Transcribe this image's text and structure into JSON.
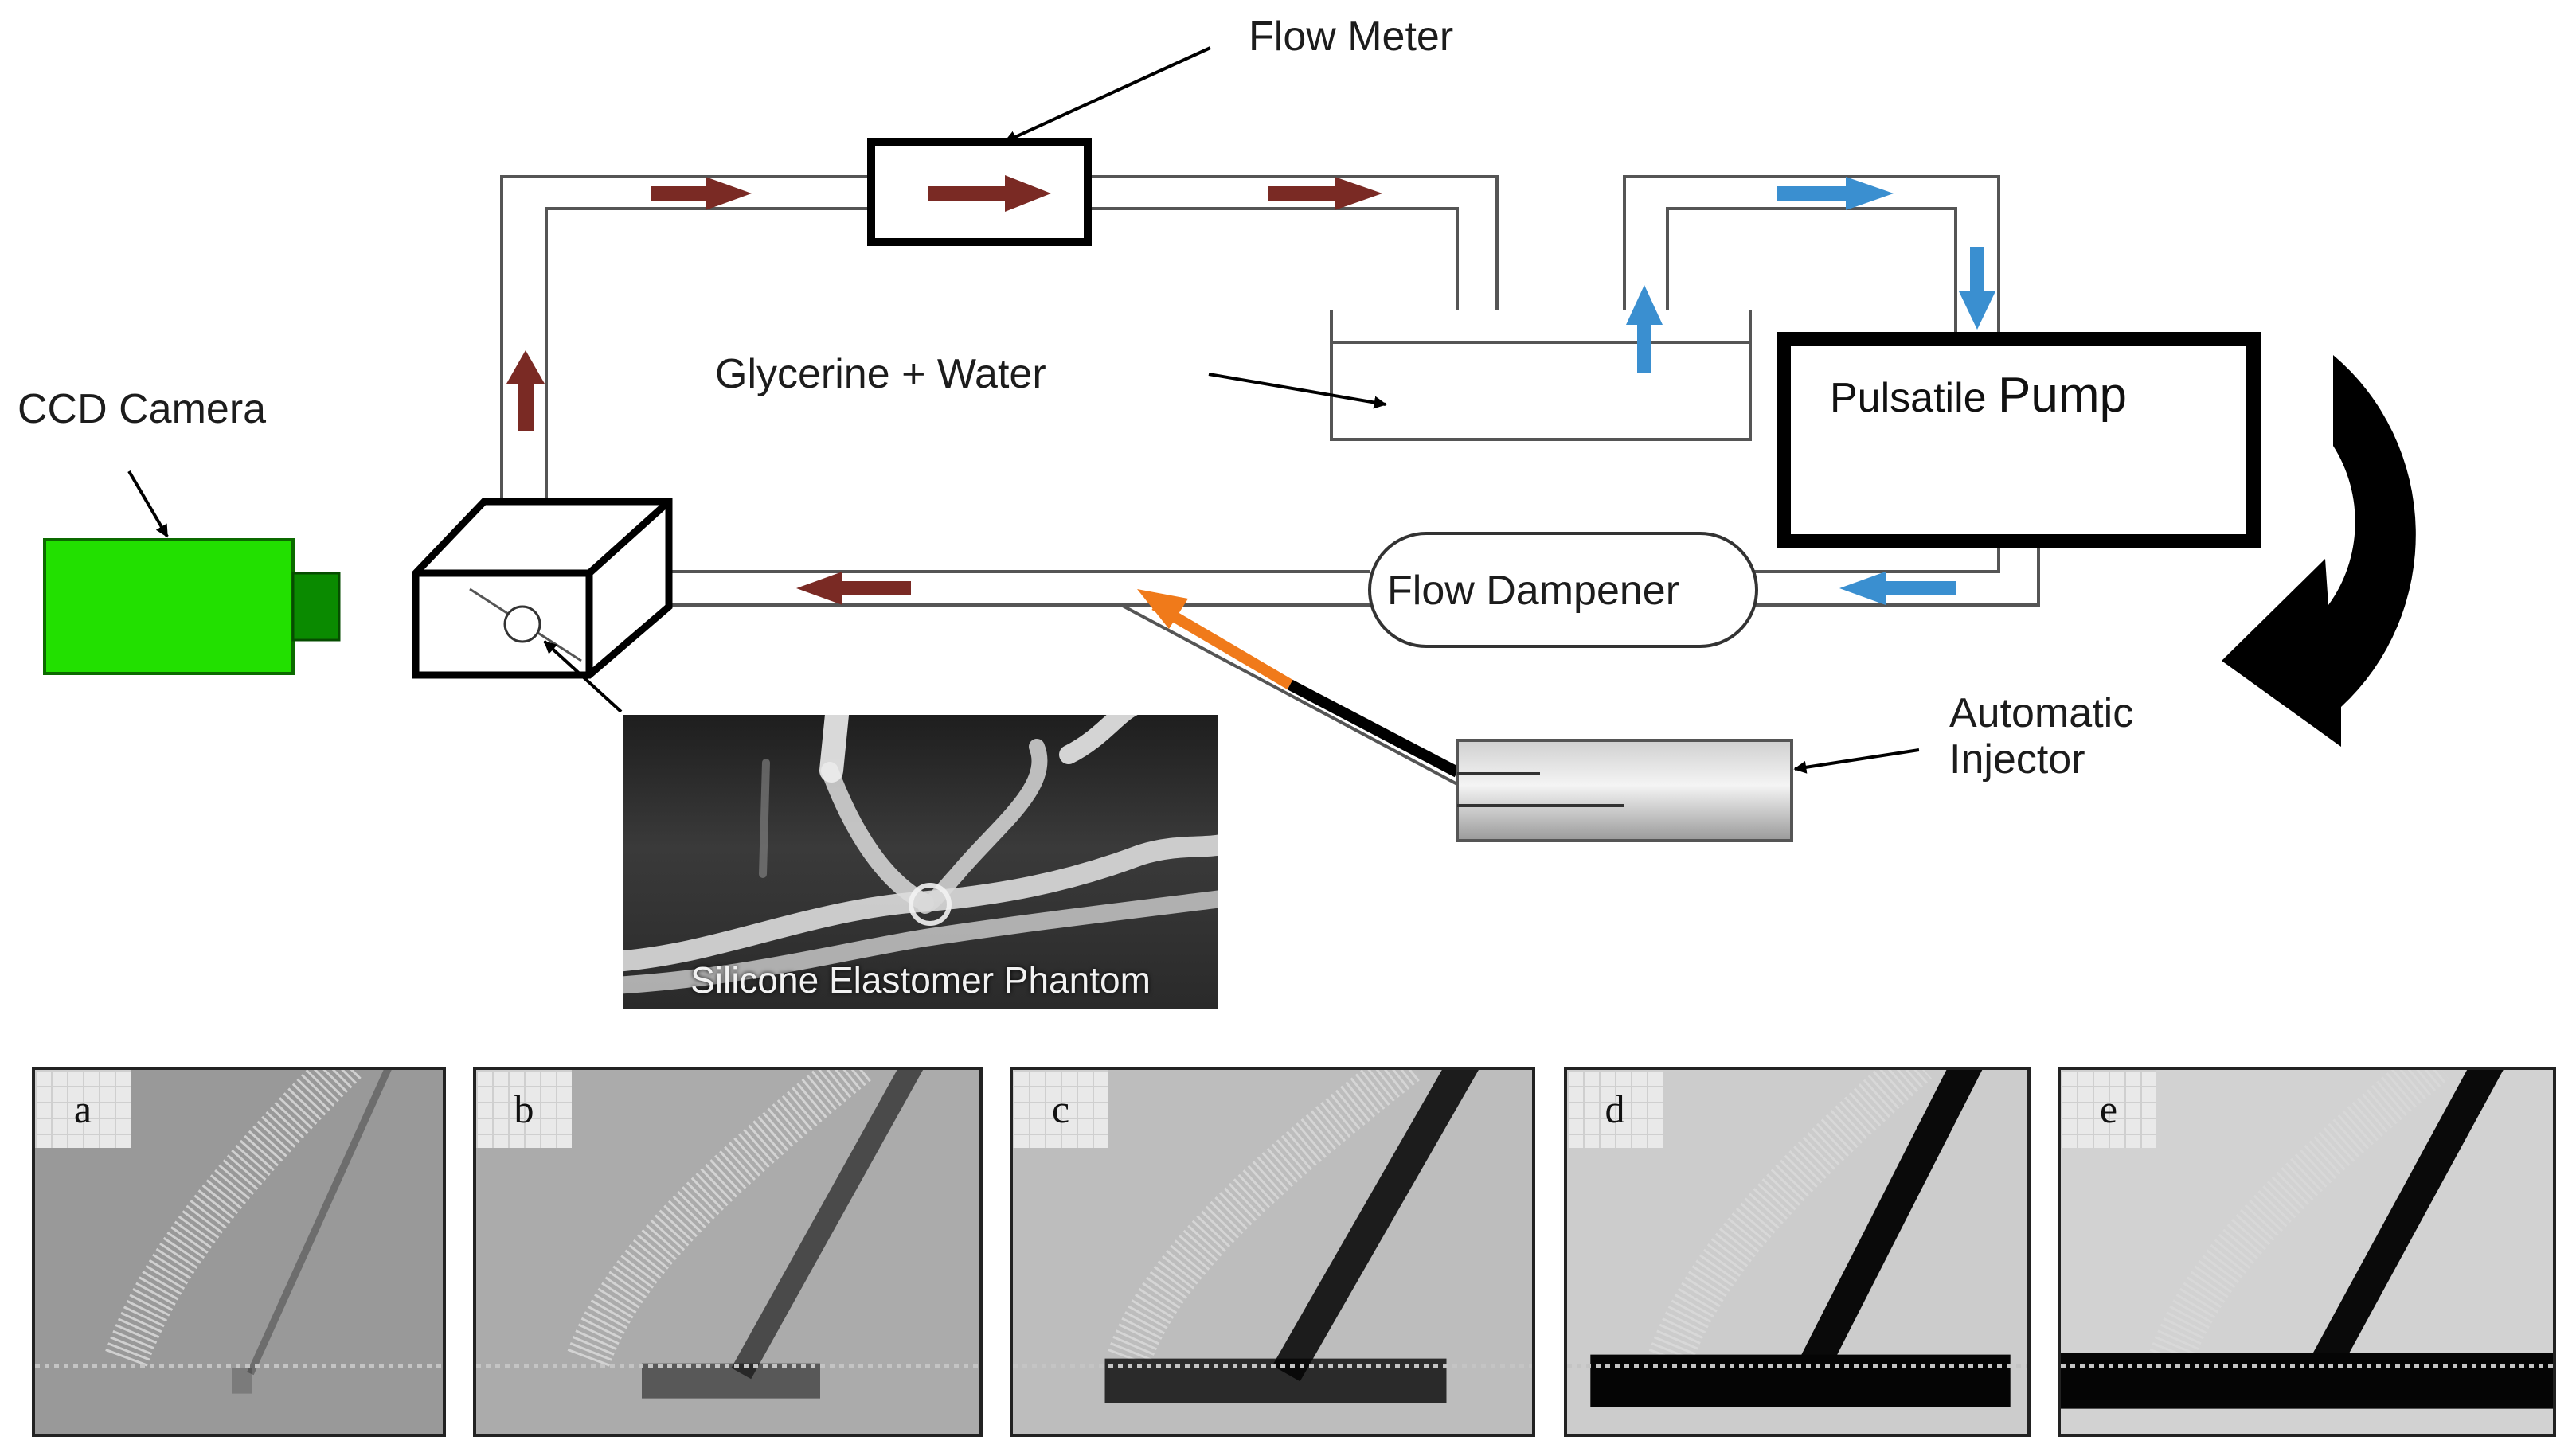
{
  "diagram": {
    "labels": {
      "flow_meter": "Flow Meter",
      "glycerine_water": "Glycerine + Water",
      "ccd_camera": "CCD Camera",
      "pulsatile": "Pulsatile",
      "pump": "Pump",
      "flow_dampener": "Flow Dampener",
      "automatic": "Automatic",
      "injector": "Injector",
      "phantom_caption": "Silicone Elastomer Phantom"
    },
    "colors": {
      "flow_arrow_dark": "#7a2a24",
      "flow_arrow_blue": "#3a8fd0",
      "camera_green": "#22e000",
      "camera_lens": "#0a8a00",
      "injection_orange": "#f07a1a",
      "rotation_arrow": "#000000"
    },
    "panels": [
      {
        "tag": "a",
        "fill_fraction": 0.05
      },
      {
        "tag": "b",
        "fill_fraction": 0.35
      },
      {
        "tag": "c",
        "fill_fraction": 0.65
      },
      {
        "tag": "d",
        "fill_fraction": 0.9
      },
      {
        "tag": "e",
        "fill_fraction": 1.0
      }
    ]
  }
}
